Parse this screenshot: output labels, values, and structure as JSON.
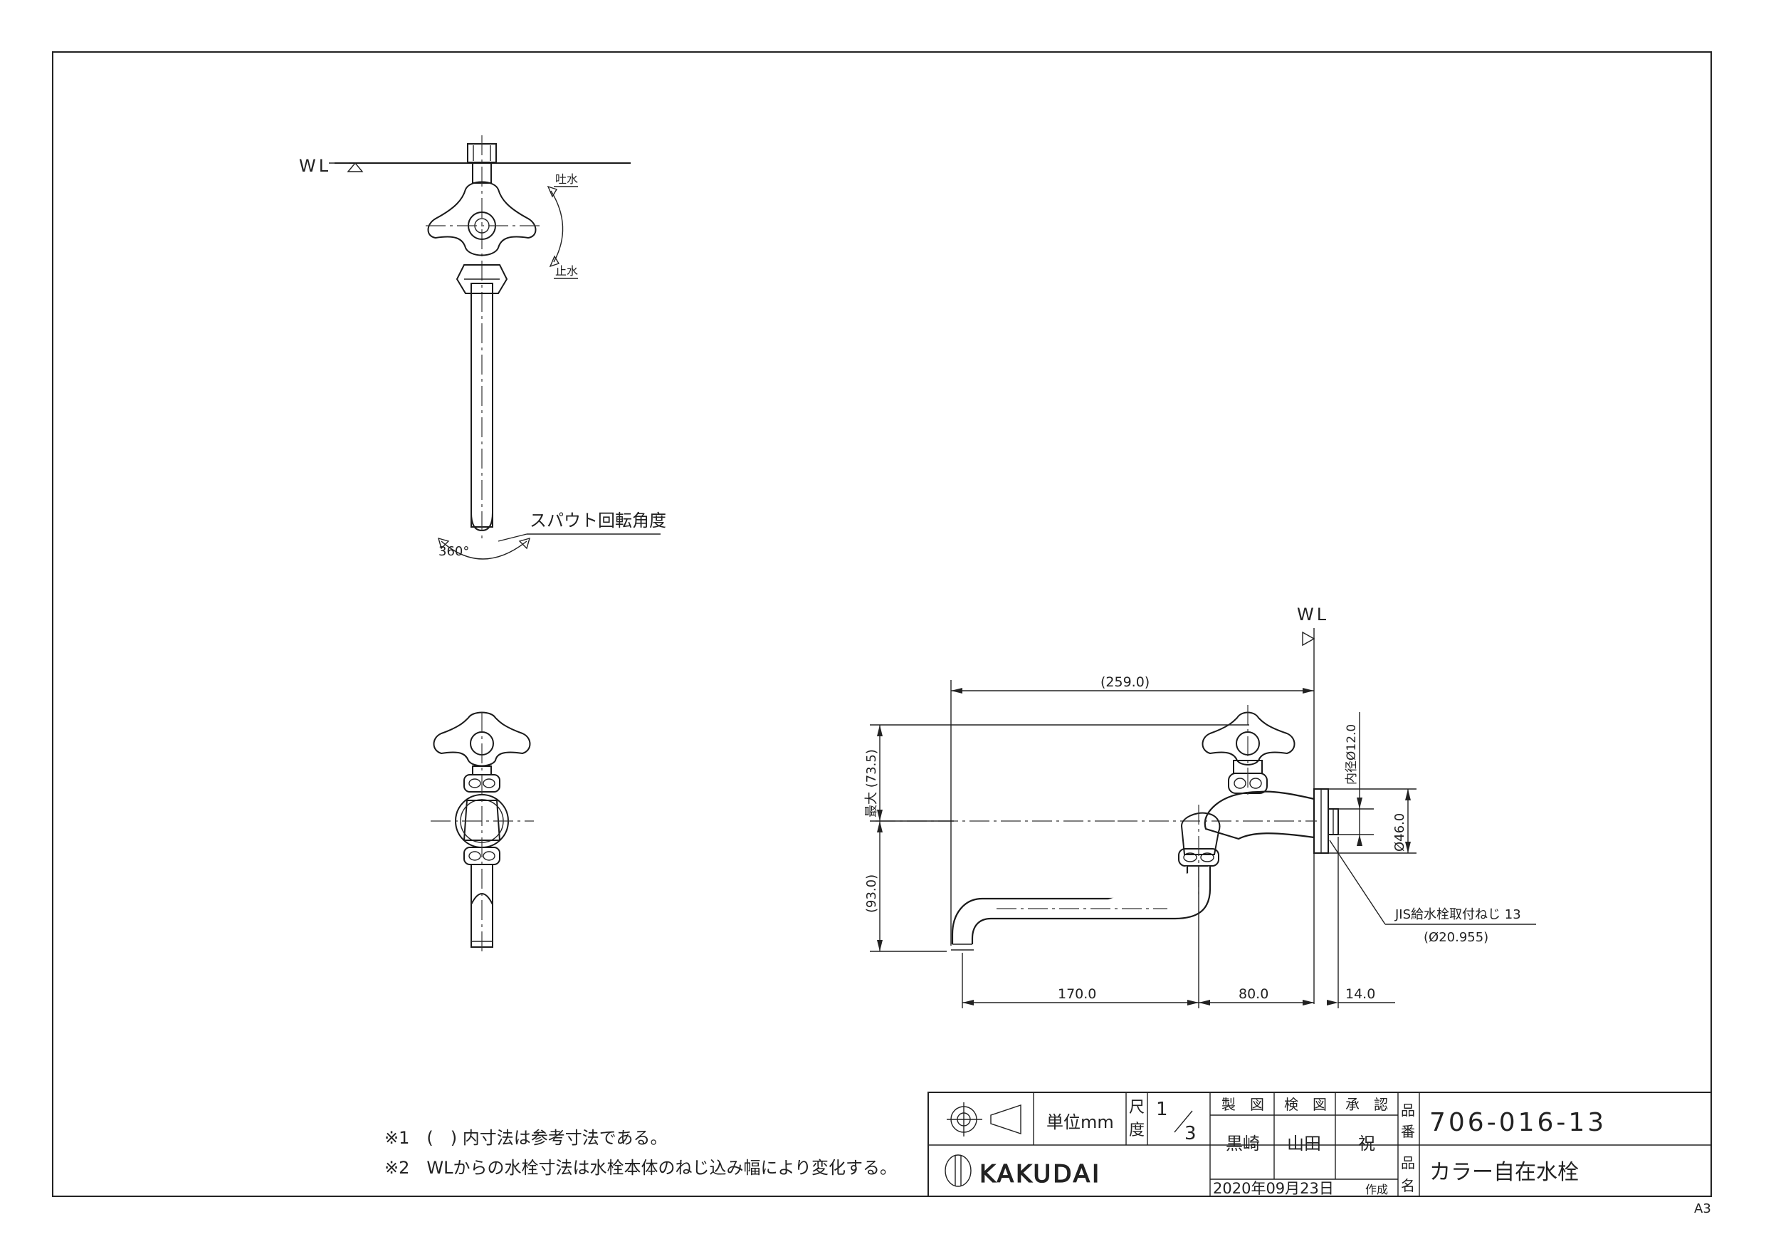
{
  "drawing": {
    "top_view": {
      "wl_label": "WL",
      "open_label": "吐水",
      "close_label": "止水",
      "rotation_label": "スパウト回転角度",
      "rotation_angle": "360°"
    },
    "side_view": {
      "wl_label": "WL",
      "dim_total_length": "(259.0)",
      "dim_max_height": "最大 (73.5)",
      "dim_drop": "(93.0)",
      "dim_spout": "170.0",
      "dim_body": "80.0",
      "dim_thread": "14.0",
      "dim_inner_dia": "内径Ø12.0",
      "dim_flange_dia": "Ø46.0",
      "thread_note": "JIS給水栓取付ねじ 13",
      "thread_dia": "(Ø20.955)"
    },
    "notes": [
      "※1　(　) 内寸法は参考寸法である。",
      "※2　WLからの水栓寸法は水栓本体のねじ込み幅により変化する。"
    ]
  },
  "title_block": {
    "unit_label": "単位mm",
    "scale_label": "尺度",
    "scale_num": "1",
    "scale_den": "3",
    "drawn_header": "製　図",
    "checked_header": "検　図",
    "approved_header": "承　認",
    "drawn_by": "黒崎",
    "checked_by": "山田",
    "approved_by": "祝",
    "date": "2020年09月23日",
    "created_label": "作成",
    "part_no_label": "品番",
    "part_no": "706-016-13",
    "part_name_label": "品名",
    "part_name": "カラー自在水栓",
    "company": "KAKUDAI",
    "sheet_size": "A3"
  }
}
